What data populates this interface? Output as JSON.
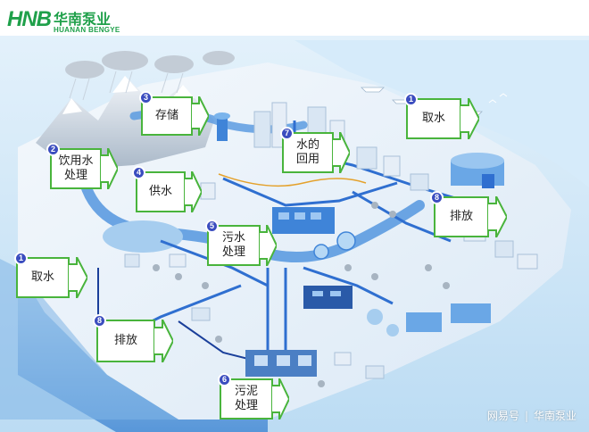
{
  "brand": {
    "logo_mark": "HNB",
    "name_cn": "华南泵业",
    "name_en": "HUANAN BENGYE",
    "color": "#1fa04a"
  },
  "callouts": [
    {
      "id": "intake-upper",
      "number": "1",
      "lines": [
        "取水"
      ]
    },
    {
      "id": "intake-lower",
      "number": "1",
      "lines": [
        "取水"
      ]
    },
    {
      "id": "treatment",
      "number": "2",
      "lines": [
        "饮用水",
        "处理"
      ]
    },
    {
      "id": "storage",
      "number": "3",
      "lines": [
        "存储"
      ]
    },
    {
      "id": "supply",
      "number": "4",
      "lines": [
        "供水"
      ]
    },
    {
      "id": "sewage",
      "number": "5",
      "lines": [
        "污水",
        "处理"
      ]
    },
    {
      "id": "sludge",
      "number": "6",
      "lines": [
        "污泥",
        "处理"
      ]
    },
    {
      "id": "reuse",
      "number": "7",
      "lines": [
        "水的",
        "回用"
      ]
    },
    {
      "id": "discharge-upper",
      "number": "8",
      "lines": [
        "排放"
      ]
    },
    {
      "id": "discharge-lower",
      "number": "8",
      "lines": [
        "排放"
      ]
    }
  ],
  "watermark": {
    "source": "网易号",
    "separator": "|",
    "author": "华南泵业"
  },
  "colors": {
    "callout_border": "#49b43c",
    "badge": "#3b4dbf",
    "pipe": "#2f6fd0",
    "pipe_dark": "#1a3f9a",
    "water": "#cfe6f7",
    "land": "#edf3fa"
  }
}
